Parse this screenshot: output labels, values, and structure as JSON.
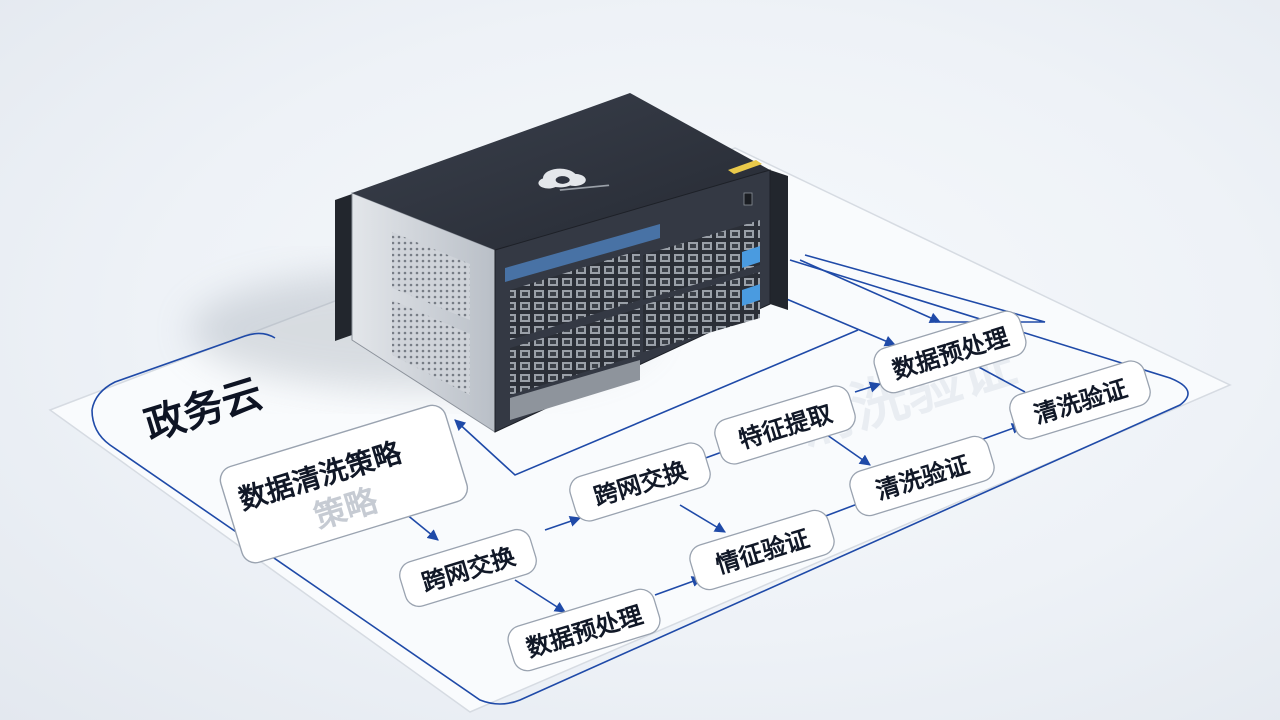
{
  "region_title": "政务云",
  "strategy_label": "数据清洗策略",
  "strategy_ghost": "策略",
  "watermark": "清洗验证",
  "flow_nodes": {
    "n1": "跨网交换",
    "n2": "数据预处理",
    "n3": "跨网交换",
    "n4": "情征验证",
    "n5": "特征提取",
    "n6": "清洗验证",
    "n7": "数据预处理",
    "n8": "清洗验证"
  },
  "colors": {
    "flow_line": "#1f4aa8",
    "card_border": "#9aa3b0",
    "server_top": "#2f3440",
    "server_side": "#c9ced5",
    "server_front": "#343944"
  },
  "icons": [
    "cloud-logo-icon"
  ]
}
